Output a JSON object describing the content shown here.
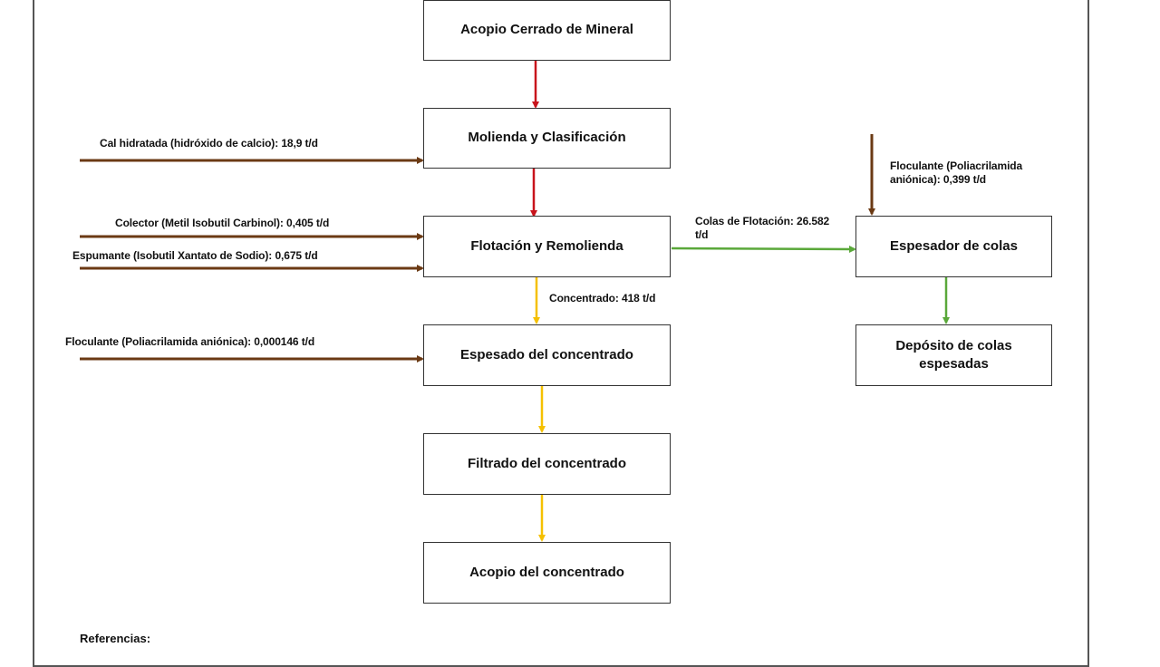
{
  "colors": {
    "ore_flow": "#c8141c",
    "reagent_flow": "#6b3a14",
    "concentrate_flow": "#f5c000",
    "tailings_flow": "#5aa83a",
    "box_border": "#333333"
  },
  "boxes": {
    "acopio_cerrado": "Acopio Cerrado de Mineral",
    "molienda": "Molienda y Clasificación",
    "flotacion": "Flotación y Remolienda",
    "espesado_concentrado": "Espesado del concentrado",
    "filtrado": "Filtrado del concentrado",
    "acopio_concentrado": "Acopio del concentrado",
    "espesador_colas": "Espesador de colas",
    "deposito_colas": "Depósito de colas espesadas"
  },
  "labels": {
    "cal": "Cal hidratada (hidróxido de calcio): 18,9 t/d",
    "colector": "Colector (Metil Isobutil Carbinol):  0,405 t/d",
    "espumante": "Espumante (Isobutil Xantato de Sodio): 0,675 t/d",
    "floculante_concentrado": "Floculante (Poliacrilamida aniónica): 0,000146 t/d",
    "concentrado": "Concentrado: 418 t/d",
    "colas_flotacion": "Colas de Flotación: 26.582 t/d",
    "floculante_colas": "Floculante (Poliacrilamida aniónica): 0,399 t/d"
  },
  "references_title": "Referencias:"
}
